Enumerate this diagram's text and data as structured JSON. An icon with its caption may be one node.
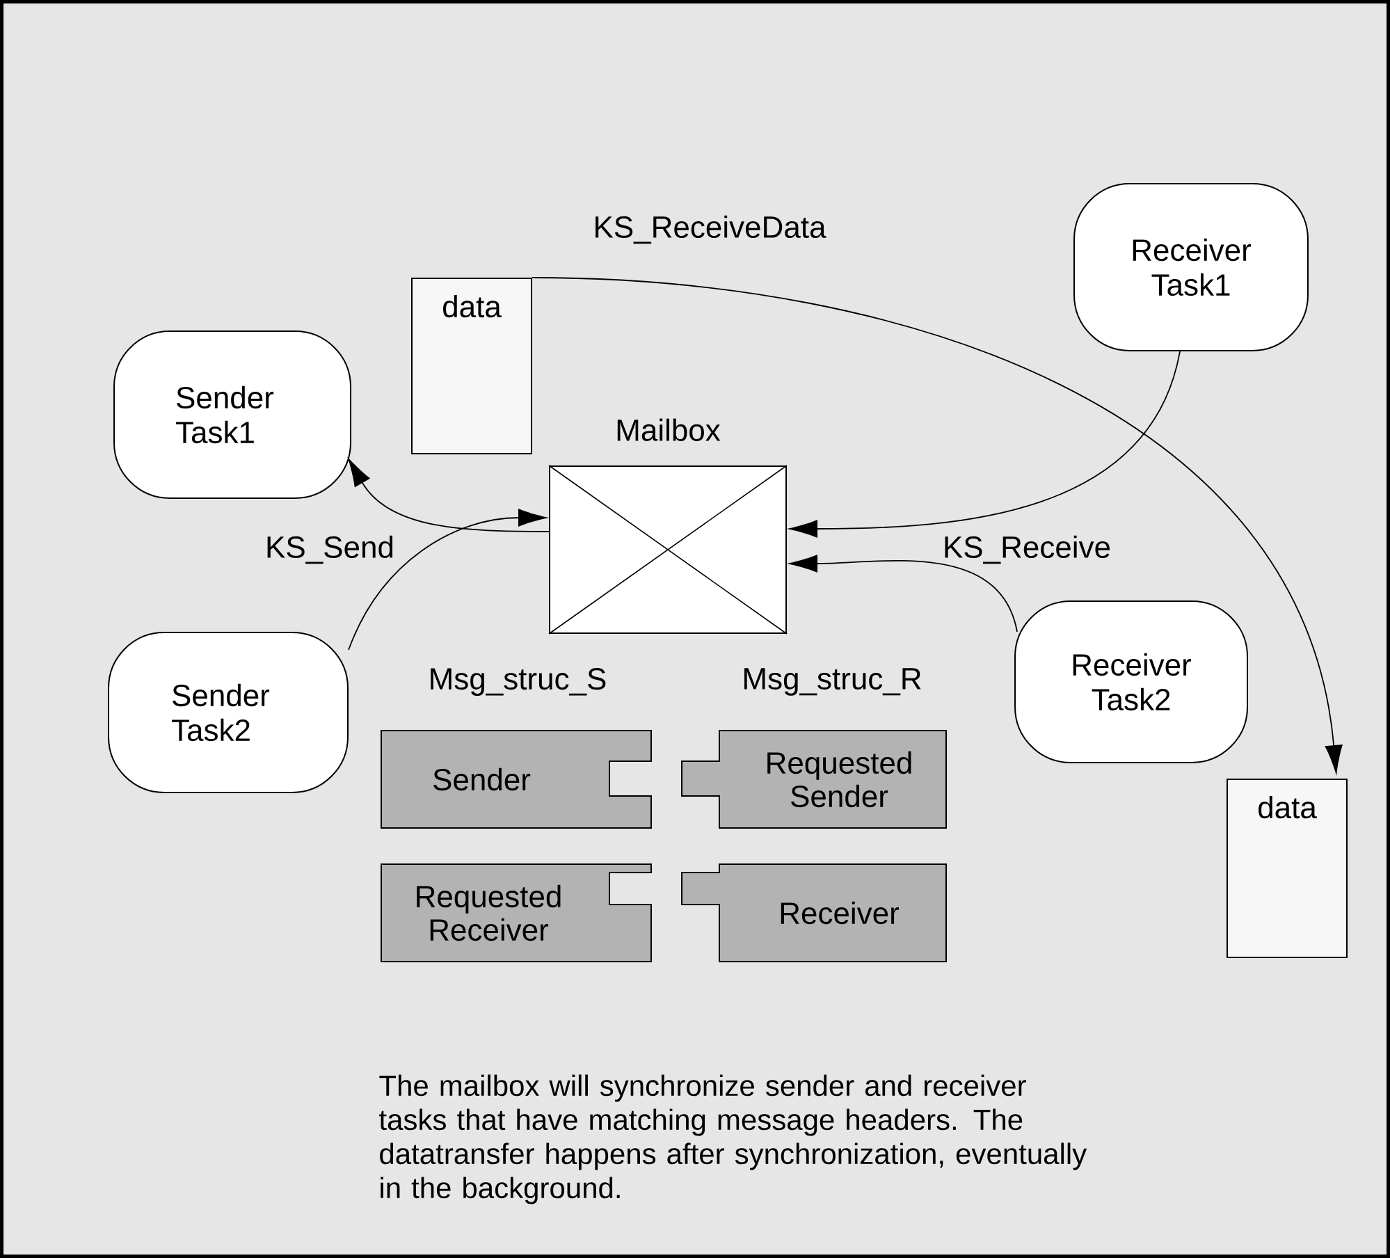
{
  "diagram": {
    "caption": "The mailbox will synchronize sender and receiver tasks that have matching message headers. The datatransfer happens after synchronization, eventually in the background.",
    "nodes": [
      {
        "text": [
          "Sender Task1"
        ]
      },
      {
        "text": [
          "Sender Task2"
        ]
      },
      {
        "text": [
          "Receiver Task1"
        ]
      },
      {
        "text": [
          "Receiver Task2"
        ]
      },
      {
        "text": [
          "data"
        ]
      },
      {
        "text": [
          "data"
        ]
      },
      {
        "text": [
          "Mailbox"
        ]
      },
      {
        "text": [
          "Sender"
        ]
      },
      {
        "text": [
          "Requested Sender"
        ]
      },
      {
        "text": [
          "Requested Receiver"
        ]
      },
      {
        "text": [
          "Receiver"
        ]
      }
    ],
    "edges": [
      {
        "from": 6,
        "to": 0,
        "arrow": "to"
      },
      {
        "from": 1,
        "to": 6,
        "arrow": "to"
      },
      {
        "from": 2,
        "to": 6,
        "arrow": "to"
      },
      {
        "from": 3,
        "to": 6,
        "arrow": "to"
      },
      {
        "from": 4,
        "to": 5,
        "arrow": "to",
        "label": "KS_ReceiveData"
      }
    ],
    "labels": [
      "KS_Send",
      "KS_Receive",
      "Msg_struc_S",
      "Msg_struc_R"
    ]
  }
}
